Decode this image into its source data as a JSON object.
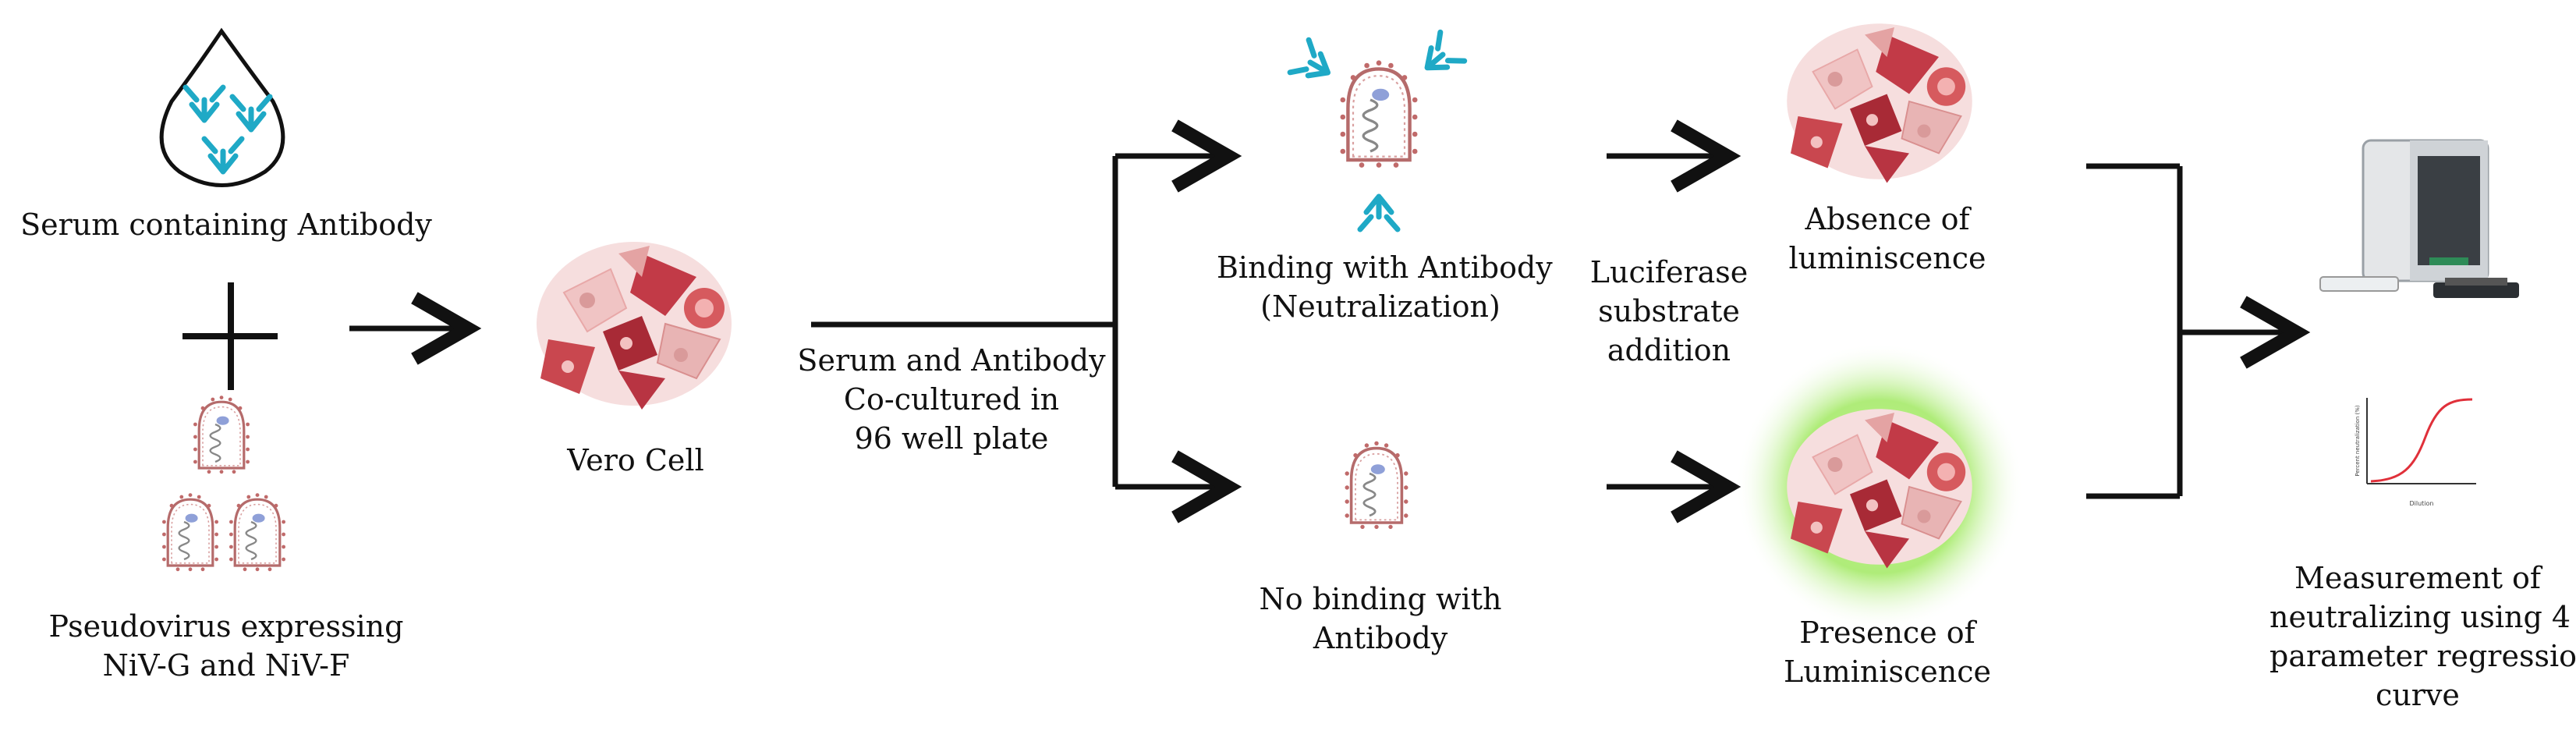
{
  "labels": {
    "serum": "Serum containing Antibody",
    "pseudovirus_l1": "Pseudovirus expressing",
    "pseudovirus_l2": "NiV-G and NiV-F",
    "vero": "Vero Cell",
    "coculture_l1": "Serum and Antibody",
    "coculture_l2": "Co-cultured in",
    "coculture_l3": "96 well plate",
    "binding_l1": "Binding with Antibody",
    "binding_l2": "(Neutralization)",
    "nobinding_l1": "No binding with",
    "nobinding_l2": "Antibody",
    "luciferase_l1": "Luciferase",
    "luciferase_l2": "substrate",
    "luciferase_l3": "addition",
    "absence_l1": "Absence of",
    "absence_l2": "luminiscence",
    "presence_l1": "Presence of",
    "presence_l2": "Luminiscence",
    "measure_l1": "Measurement of",
    "measure_l2": "neutralizing using 4",
    "measure_l3": "parameter regression",
    "measure_l4": "curve"
  },
  "mini_chart": {
    "xlabel": "Dilution",
    "ylabel": "Percent neutralization (%)"
  },
  "colors": {
    "antibody": "#1fa9c6",
    "cell_dark": "#b8323f",
    "cell_light": "#f2c9c9",
    "virus_outline": "#b56b6b",
    "glow": "#9be55a",
    "curve": "#e0303a"
  }
}
